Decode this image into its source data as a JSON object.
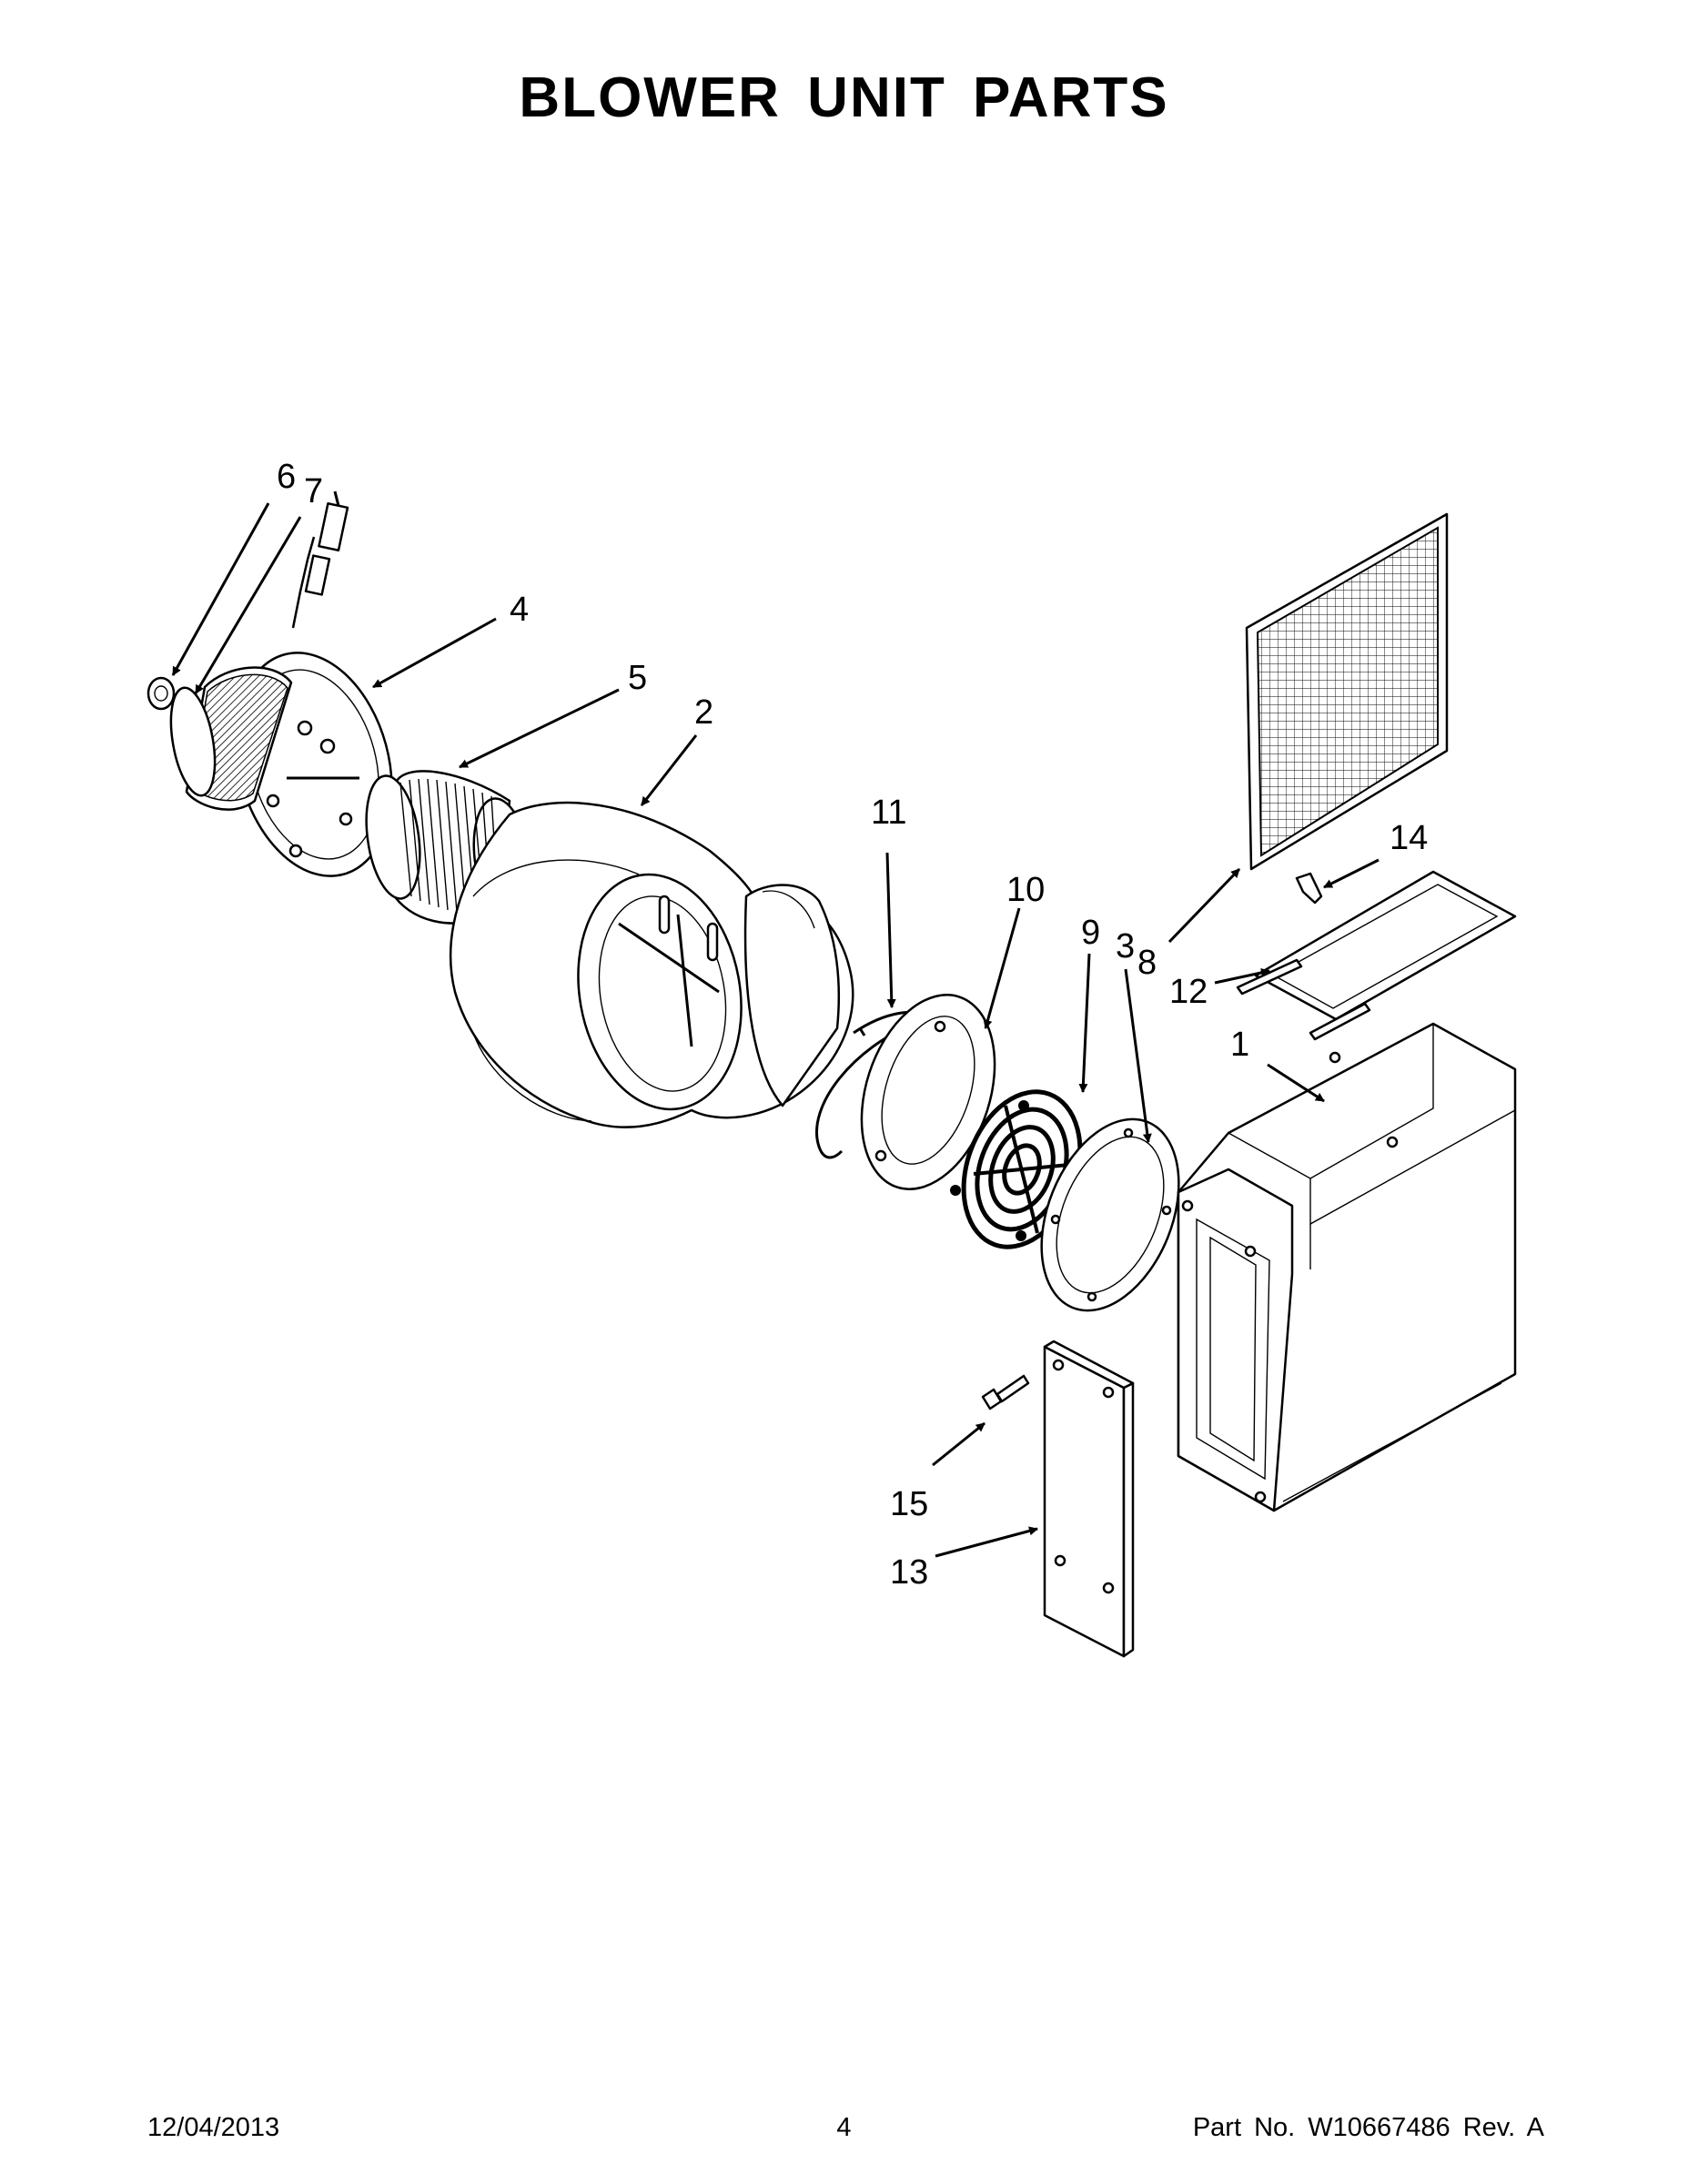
{
  "title": "BLOWER UNIT PARTS",
  "callouts": {
    "c1": "1",
    "c2": "2",
    "c3": "3",
    "c4": "4",
    "c5": "5",
    "c6": "6",
    "c7": "7",
    "c8": "8",
    "c9": "9",
    "c10": "10",
    "c11": "11",
    "c12": "12",
    "c13": "13",
    "c14": "14",
    "c15": "15"
  },
  "footer": {
    "date": "12/04/2013",
    "page": "4",
    "part_no": "Part No.  W10667486  Rev.  A"
  }
}
